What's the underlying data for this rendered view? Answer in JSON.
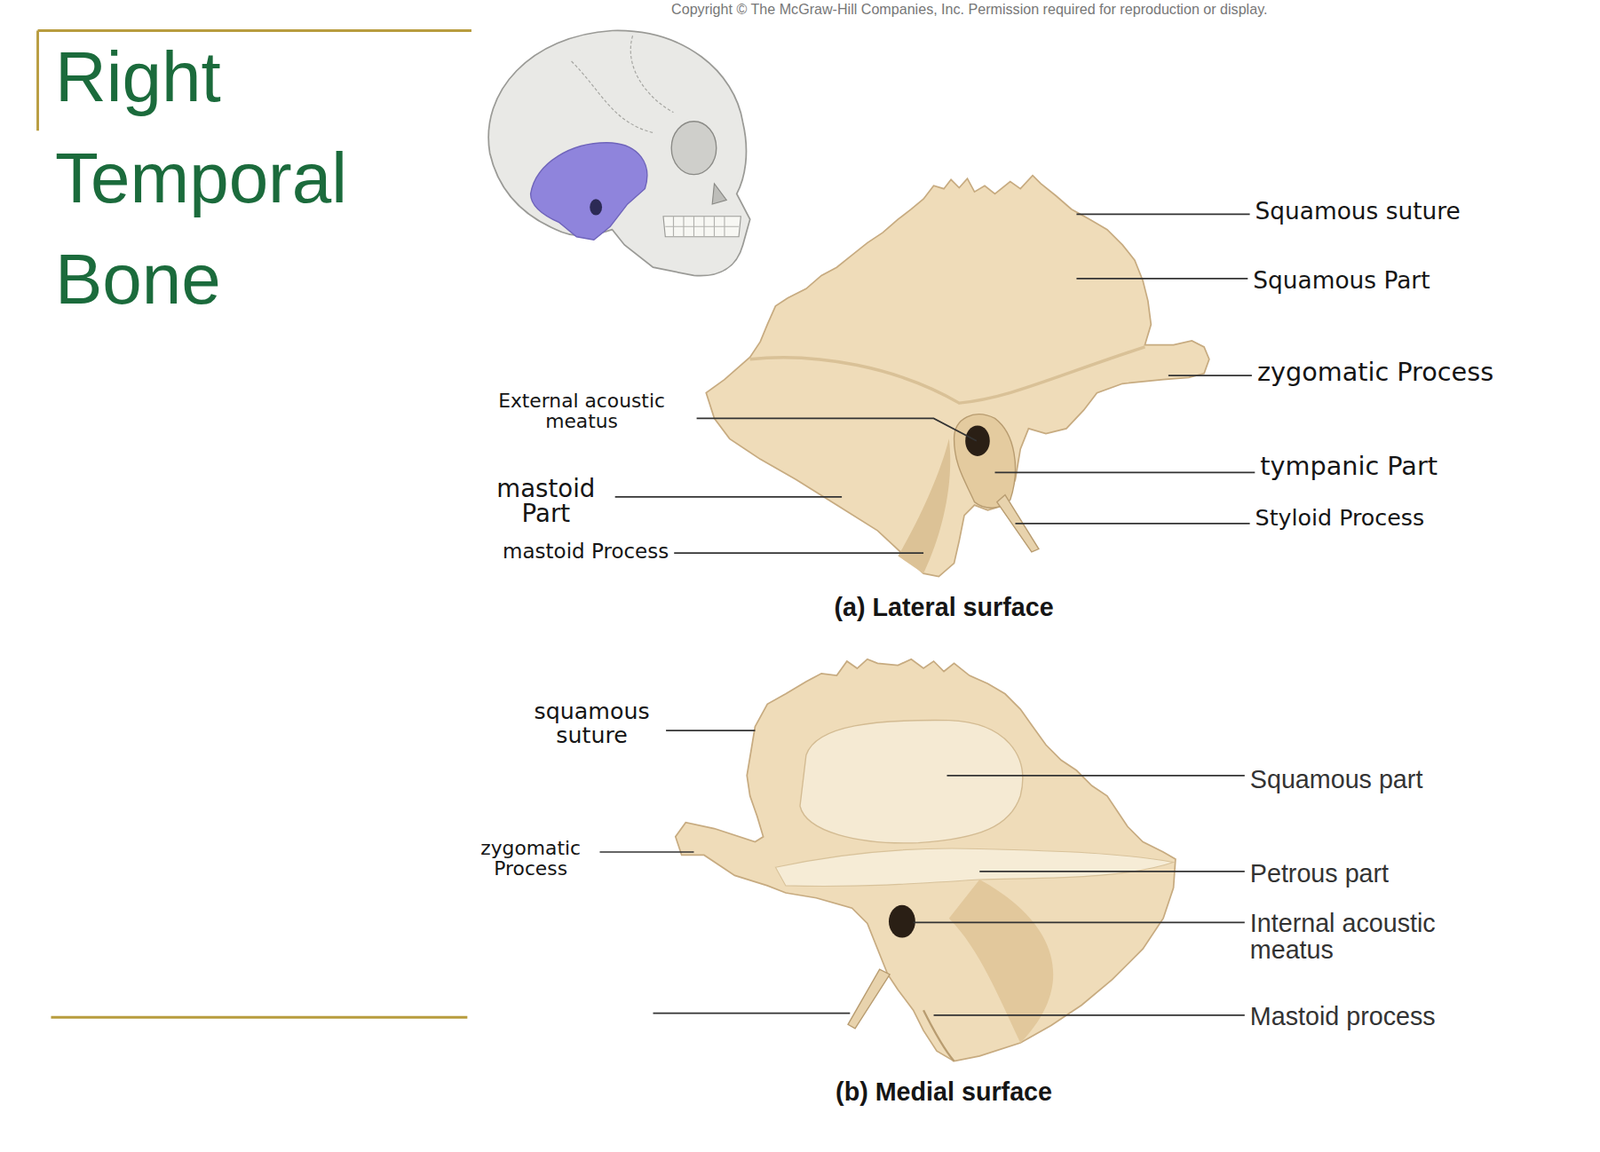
{
  "diagram": {
    "title": "Right Temporal Bone",
    "labels": [
      "Copyright © The McGraw-Hill Companies, Inc. Permission required for reproduction or display.",
      "Squamous suture",
      "Squamous Part",
      "zygomatic Process",
      "External acoustic meatus",
      "tympanic Part",
      "mastoid Part",
      "Styloid Process",
      "mastoid Process",
      "(a) Lateral surface",
      "squamous suture",
      "Squamous part",
      "zygomatic Process",
      "Petrous part",
      "Internal acoustic meatus",
      "Mastoid process",
      "(b) Medial surface"
    ]
  }
}
